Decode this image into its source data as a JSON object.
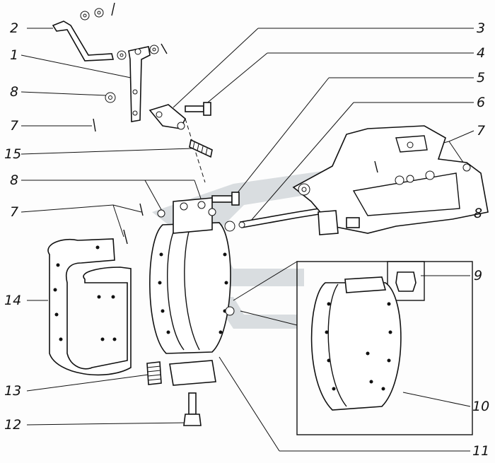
{
  "labels": {
    "l1": "1",
    "l2": "2",
    "l3": "3",
    "l4": "4",
    "l5": "5",
    "l6": "6",
    "l7a": "7",
    "l7b": "7",
    "l7c": "7",
    "l8a": "8",
    "l8b": "8",
    "l8c": "8",
    "l9": "9",
    "l10": "10",
    "l11": "11",
    "l12": "12",
    "l13": "13",
    "l14": "14",
    "l15": "15"
  },
  "colors": {
    "ink": "#111111",
    "watermark": "#d9dde0",
    "paper": "#fdfdfd"
  }
}
